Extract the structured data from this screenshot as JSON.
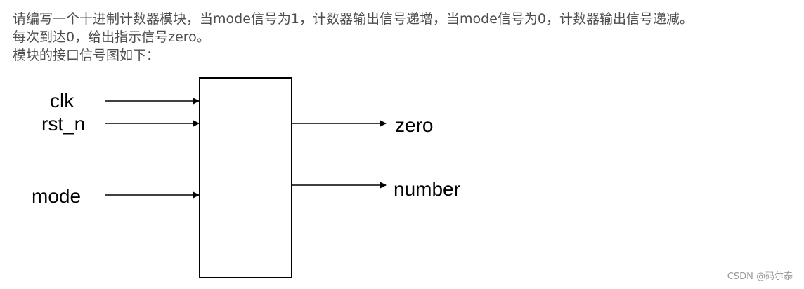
{
  "description": {
    "line1": "请编写一个十进制计数器模块，当mode信号为1，计数器输出信号递增，当mode信号为0，计数器输出信号递减。",
    "line2": "每次到达0，给出指示信号zero。",
    "line3": "模块的接口信号图如下："
  },
  "diagram": {
    "inputs": [
      "clk",
      "rst_n",
      "mode"
    ],
    "outputs": [
      "zero",
      "number"
    ]
  },
  "watermark": "CSDN @码尔泰"
}
